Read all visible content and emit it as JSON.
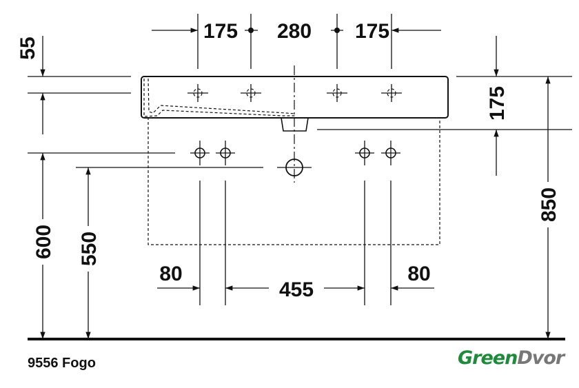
{
  "model_label": "9556 Fogo",
  "logo": {
    "part1": "Green",
    "part2": "Dvor",
    "color1": "#1e8a3c",
    "color2": "#777777"
  },
  "dimensions": {
    "top_left": "175",
    "top_middle": "280",
    "top_right": "175",
    "left_rim": "55",
    "right_depth": "175",
    "height_600": "600",
    "height_550": "550",
    "height_850": "850",
    "bottom_left": "80",
    "bottom_middle": "455",
    "bottom_right": "80"
  }
}
